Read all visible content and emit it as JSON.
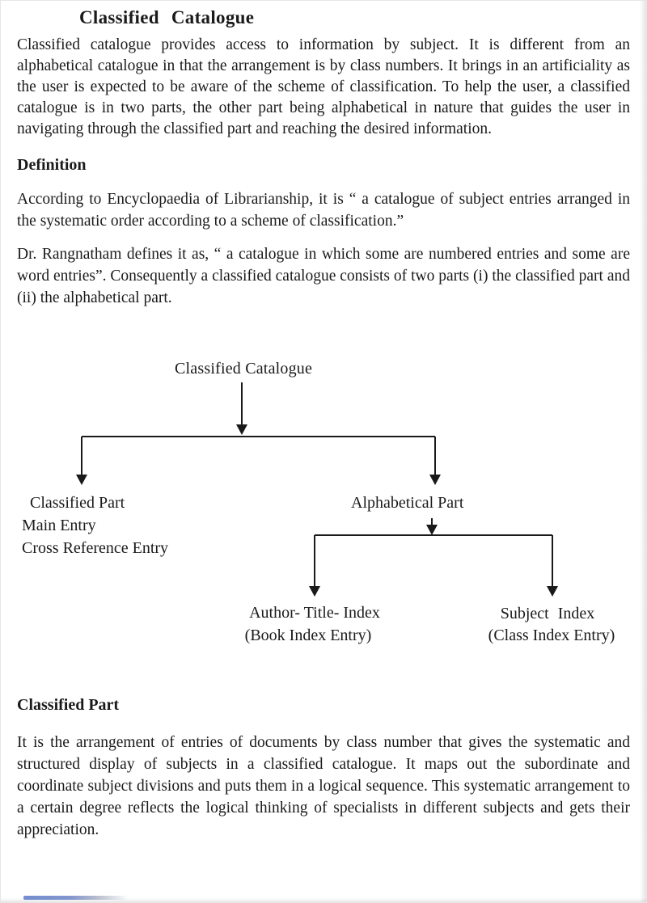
{
  "page": {
    "title": "Classified Catalogue"
  },
  "intro": {
    "text": "Classified catalogue provides access to information by subject. It is different from an alphabetical catalogue in that the arrangement is by class numbers. It brings in an artificiality as the user is expected to be aware of the scheme of classification. To help the user, a classified catalogue is in two parts, the other part being alphabetical in nature that guides the user in navigating through the classified part and reaching the desired information."
  },
  "definition": {
    "heading": "Definition",
    "para1": "According to Encyclopaedia of Librarianship, it is “ a catalogue of subject entries arranged in the systematic order according to a scheme of classification.”",
    "para2": "Dr. Rangnatham defines it as, “ a catalogue in which some are numbered entries and some are word entries”. Consequently a classified catalogue consists of two parts (i) the classified part and (ii) the alphabetical part."
  },
  "diagram": {
    "root": "Classified Catalogue",
    "left": {
      "title": "Classified Part",
      "items": [
        "Main Entry",
        "Cross Reference Entry"
      ]
    },
    "right": {
      "title": "Alphabetical Part",
      "children": [
        {
          "line1": "Author- Title- Index",
          "line2": "(Book Index Entry)"
        },
        {
          "line1": "Subject Index",
          "line2": "(Class Index Entry)"
        }
      ]
    }
  },
  "classified": {
    "heading": "Classified Part",
    "text": "It is the arrangement of entries of documents by class number that gives the systematic and structured display of subjects in a classified catalogue. It maps out the subordinate and coordinate subject divisions and puts them in a logical sequence. This systematic arrangement to a certain degree reflects the logical thinking of specialists in different subjects and gets their appreciation."
  }
}
